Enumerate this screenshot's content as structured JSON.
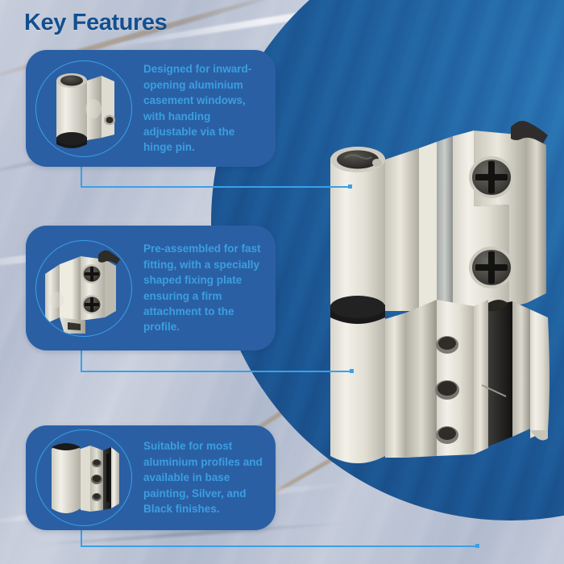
{
  "page": {
    "title": "Key Features",
    "background_style": "marble",
    "accent_line_color": "#3aa0e8",
    "card_color": "#2b5fa3",
    "circle_color": "#1c5f9e",
    "title_color": "#134f8f",
    "card_text_color": "#3a9fe0"
  },
  "hero": {
    "image_name": "aluminium-casement-window-hinge",
    "alt": "White aluminium casement window friction hinge with two cross-head screws"
  },
  "features": [
    {
      "id": "feature-1",
      "text": "Designed for inward-opening aluminium casement windows, with handing adjustable via the hinge pin.",
      "thumb_name": "hinge-pin-closeup",
      "thumb_alt": "Close-up of the hinge knuckle and adjustable hinge pin"
    },
    {
      "id": "feature-2",
      "text": "Pre-assembled for fast fitting, with a specially shaped fixing plate ensuring a firm attachment to the profile.",
      "thumb_name": "fixing-plate-closeup",
      "thumb_alt": "Close-up of the fixing plate with two cross-head screws"
    },
    {
      "id": "feature-3",
      "text": "Suitable for most aluminium profiles and available in base painting, Silver, and Black finishes.",
      "thumb_name": "hinge-profile-closeup",
      "thumb_alt": "Close-up of the hinge body showing the aluminium profile channel"
    }
  ]
}
